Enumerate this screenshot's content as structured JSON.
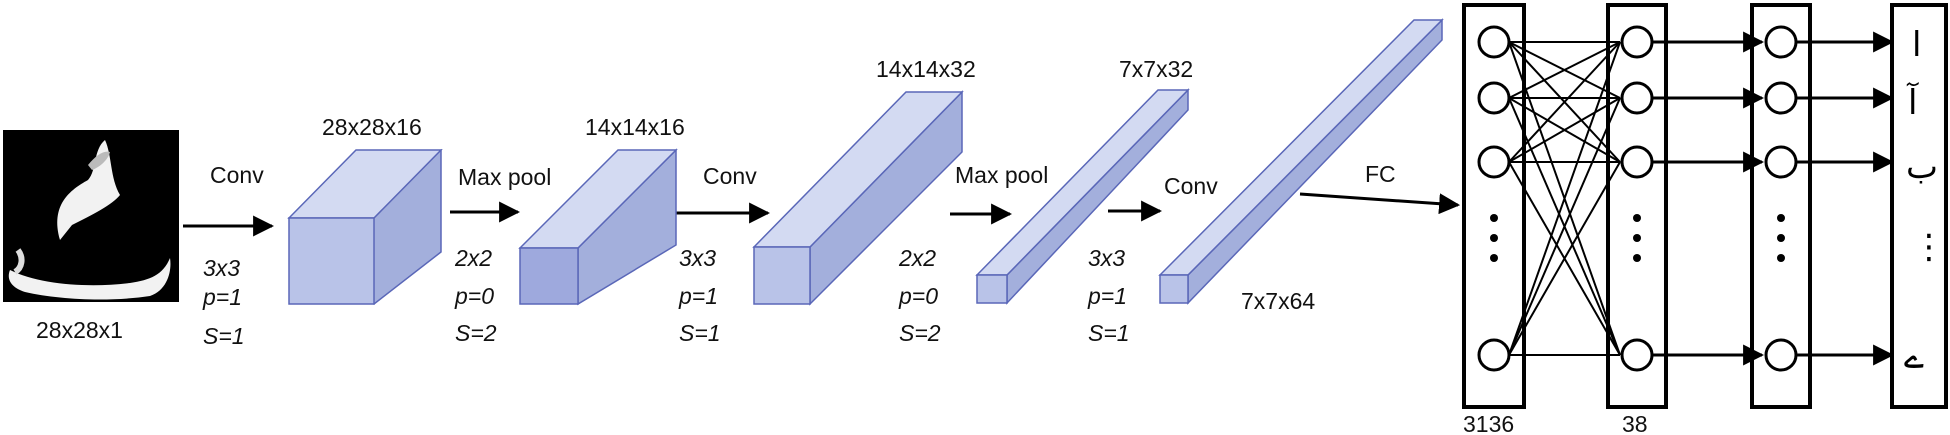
{
  "input": {
    "label": "28x28x1",
    "image": "handwritten-character-image"
  },
  "operations": [
    {
      "name": "Conv",
      "params": [
        "3x3",
        "p=1",
        "S=1"
      ]
    },
    {
      "name": "Max pool",
      "params": [
        "2x2",
        "p=0",
        "S=2"
      ]
    },
    {
      "name": "Conv",
      "params": [
        "3x3",
        "p=1",
        "S=1"
      ]
    },
    {
      "name": "Max pool",
      "params": [
        "2x2",
        "p=0",
        "S=2"
      ]
    },
    {
      "name": "Conv",
      "params": [
        "3x3",
        "p=1",
        "S=1"
      ]
    },
    {
      "name": "FC",
      "params": []
    }
  ],
  "volumes": [
    {
      "label": "28x28x16"
    },
    {
      "label": "14x14x16"
    },
    {
      "label": "14x14x32"
    },
    {
      "label": "7x7x32"
    },
    {
      "label": "7x7x64"
    }
  ],
  "fc_layers": [
    {
      "label": "3136"
    },
    {
      "label": "38"
    },
    {
      "label": ""
    },
    {
      "label": ""
    }
  ],
  "output_glyphs": [
    "ا",
    "آ",
    "ب",
    "⋮",
    "ے"
  ],
  "colors": {
    "box_front": "#b9c3e8",
    "box_top": "#d3daf2",
    "box_side": "#a3afdc",
    "box_edge": "#5a67b8",
    "line": "#000000"
  }
}
